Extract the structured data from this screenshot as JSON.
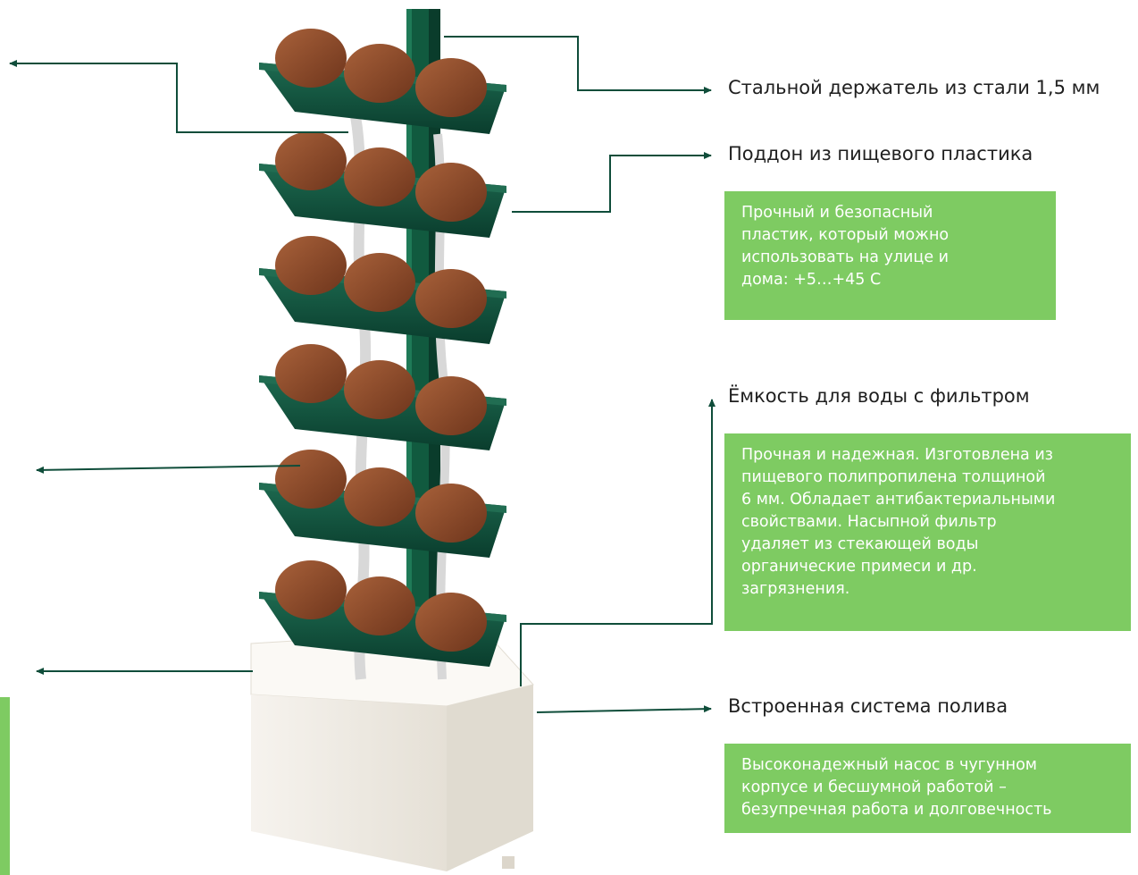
{
  "callouts": {
    "steel_holder": {
      "title": "Стальной держатель из стали 1,5 мм"
    },
    "tray": {
      "title": "Поддон из пищевого пластика",
      "desc_lines": [
        "Прочный и безопасный",
        "пластик, который можно",
        "использовать на улице и",
        "дома: +5…+45 С"
      ]
    },
    "water_tank": {
      "title": "Ёмкость  для воды с фильтром",
      "desc_lines": [
        "Прочная и надежная. Изготовлена из",
        "пищевого полипропилена толщиной",
        "6 мм. Обладает антибактериальными",
        "свойствами. Насыпной фильтр",
        "удаляет из стекающей воды",
        "органические примеси и др.",
        "загрязнения."
      ]
    },
    "irrigation": {
      "title": "Встроенная система полива",
      "desc_lines": [
        "Высоконадежный насос в чугунном",
        "корпусе и бесшумной работой –",
        "безупречная работа и долговечность"
      ]
    }
  },
  "colors": {
    "accent_green": "#7ecb62",
    "dark_green": "#0f4d3a",
    "pot_brown": "#8a4a2a",
    "tank_white": "#f3f0ea"
  }
}
